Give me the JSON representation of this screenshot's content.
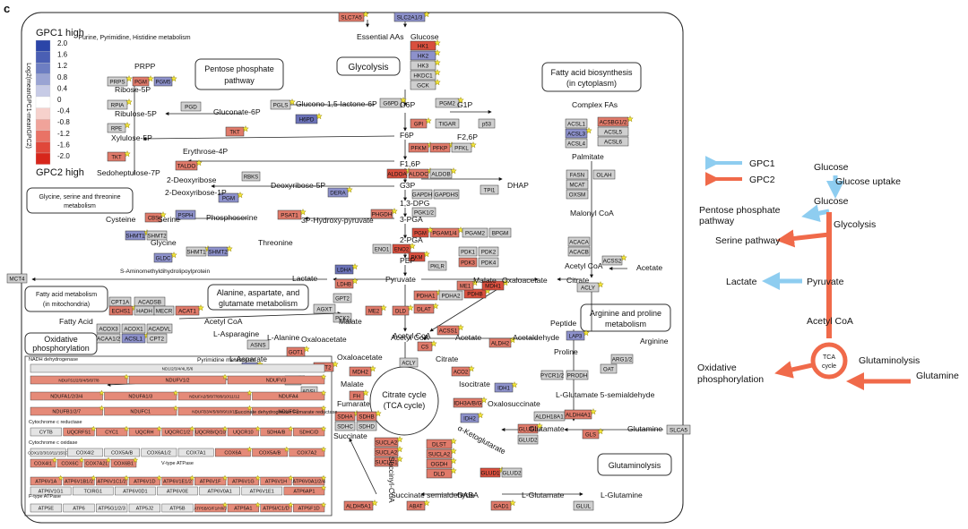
{
  "figure_label": "c",
  "legend": {
    "title_top": "GPC1 high",
    "title_bottom": "GPC2 high",
    "axis_label": "Log2(meanGPC1-meanGPC2)",
    "ticks": [
      "2.0",
      "1.6",
      "1.2",
      "0.8",
      "0.4",
      "0",
      "-0.4",
      "-0.8",
      "-1.2",
      "-1.6",
      "-2.0"
    ],
    "colors": [
      "#2b45a8",
      "#4a5fb4",
      "#6d7ec2",
      "#9aa4d3",
      "#c7cbe6",
      "#ffffff",
      "#f6d1cc",
      "#f0a39a",
      "#e97366",
      "#e0473a",
      "#d7261b"
    ]
  },
  "colors": {
    "up": "#7a80c0",
    "down": "#e0685a",
    "neutral": "#c8c8c8",
    "gpc1_arrow": "#8ecdf0",
    "gpc2_arrow": "#f06a4a",
    "star": "#f2e43a"
  },
  "modules": {
    "glycolysis": "Glycolysis",
    "ppp": "Pentose phosphate pathway",
    "purine": "Purine, Pyrimidine, Histidine metabolism",
    "glycine": "Glycine, serine and threonine metabolism",
    "fa_bio": "Fatty acid biosynthesis (in cytoplasm)",
    "fa_mito": "Fatty acid metabolism (in mitochondria)",
    "ala": "Alanine, aspartate, and glutamate metabolism",
    "arg": "Arginine and proline metabolism",
    "oxphos": "Oxidative phosphorylation",
    "tca": "Citrate cycle (TCA cycle)",
    "glutaminolysis": "Glutaminolysis"
  },
  "metabolites": {
    "essential": "Essential AAs",
    "glucose": "Glucose",
    "g6p": "G6P",
    "g1p": "G1P",
    "f6p": "F6P",
    "f26p": "F2,6P",
    "f16p": "F1,6P",
    "dhap": "DHAP",
    "g3p": "G3P",
    "bpg13": "1,3-DPG",
    "pga3": "3-PGA",
    "pga2": "2-PGA",
    "pep": "PEP",
    "pyruvate": "Pyruvate",
    "lactate": "Lactate",
    "acetylcoa": "Acetyl CoA",
    "prpp": "PRPP",
    "ribose5p": "Ribose-5P",
    "ribulose5p": "Ribulose-5P",
    "xylulose5p": "Xylulose-5P",
    "sedo": "Sedoheptulose-7P",
    "erythrose": "Erythrose-4P",
    "gluconate": "Gluconate-6P",
    "glucono": "Glucono-1,5-lactone-6P",
    "deoxyribose": "2-Deoxyribose",
    "deoxyribose5p": "Deoxyribose-5P",
    "deoxyribose1p": "2-Deoxyribose-1P",
    "cysteine": "Cysteine",
    "serine": "Serine",
    "phosphoserine": "Phosphoserine",
    "hydroxy": "3P-Hydroxy-pyruvate",
    "glycine": "Glycine",
    "threonine": "Threonine",
    "sam": "S-Aminomethyldihydrolipoylprotein",
    "complexfa": "Complex FAs",
    "palmitate": "Palmitate",
    "malonyl": "Malonyl CoA",
    "acetylcoa_c": "Acetyl CoA",
    "acetate": "Acetate",
    "citrate_c": "Citrate",
    "fattyacid": "Fatty Acid",
    "acetylcoa_m": "Acetyl CoA",
    "lasparagine": "L-Asparagine",
    "lalanine": "L-Alanine",
    "laspartate": "L-Asparate",
    "pyrimidine": "Pyrimidine metabolism",
    "malate": "Malate",
    "oxaloacetate": "Oxaloacetate",
    "oxaloacetate2": "Oxaloacetate",
    "oxaloacetate_c": "Oxaloacetate",
    "malate_c": "Malate",
    "acetylcoa_t": "Acetyl CoA",
    "acetate_t": "Acetate",
    "acetaldehyde": "Acetaldehyde",
    "peptide": "Peptide",
    "proline": "Proline",
    "arginine": "Arginine",
    "citrate": "Citrate",
    "isocitrate": "Isocitrate",
    "oxalosuccinate": "Oxalosuccinate",
    "akg": "α-Ketoglutarate",
    "succinylcoa": "Succinyl-CoA",
    "succinate": "Succinate",
    "fumarate": "Fumarate",
    "malate_t": "Malate",
    "glutamate": "Glutamate",
    "lglutamate": "L-Glutamate",
    "lglutamine": "L-Glutamine",
    "glutamine": "Glutamine",
    "lglut5": "L-Glutamate 5-semialdehyde",
    "gaba": "GABA",
    "ssa": "Succinate semialdehyde",
    "nadh": "NADH dehydrogenase",
    "cytc": "Cytochrome c reductase",
    "cytox": "Cytochrome c oxidase",
    "vatp": "V-type ATPase",
    "fatp": "F-type ATPase",
    "sdh": "Succinate dehydrogenase Fumarate reductase"
  },
  "enzymes": [
    {
      "id": "slc7a",
      "label": "SLC7A5",
      "c": "down"
    },
    {
      "id": "slc2a",
      "label": "SLC2A1/3",
      "c": "up"
    },
    {
      "id": "hk1",
      "label": "HK1",
      "c": "down"
    },
    {
      "id": "hk2",
      "label": "HK2",
      "c": "up"
    },
    {
      "id": "hk3",
      "label": "HK3",
      "c": "neutral"
    },
    {
      "id": "hkdc1",
      "label": "HKDC1",
      "c": "neutral"
    },
    {
      "id": "gck",
      "label": "GCK",
      "c": "neutral"
    },
    {
      "id": "g6pd",
      "label": "G6PD",
      "c": "neutral"
    },
    {
      "id": "pgls",
      "label": "PGLS",
      "c": "neutral"
    },
    {
      "id": "h6pd",
      "label": "H6PD",
      "c": "up"
    },
    {
      "id": "pgd",
      "label": "PGD",
      "c": "neutral"
    },
    {
      "id": "pgm2",
      "label": "PGM2",
      "c": "neutral"
    },
    {
      "id": "gpi",
      "label": "GPI",
      "c": "down"
    },
    {
      "id": "tigar",
      "label": "TIGAR",
      "c": "neutral"
    },
    {
      "id": "p53",
      "label": "p53",
      "c": "neutral"
    },
    {
      "id": "pfkm",
      "label": "PFKM",
      "c": "down"
    },
    {
      "id": "pfkp",
      "label": "PFKP",
      "c": "down"
    },
    {
      "id": "pfkl",
      "label": "PFKL",
      "c": "neutral"
    },
    {
      "id": "aldoa",
      "label": "ALDOA",
      "c": "down"
    },
    {
      "id": "aldoc",
      "label": "ALDOC",
      "c": "down"
    },
    {
      "id": "aldob",
      "label": "ALDOB",
      "c": "neutral"
    },
    {
      "id": "tpi1",
      "label": "TPI1",
      "c": "neutral"
    },
    {
      "id": "gapdh",
      "label": "GAPDH",
      "c": "neutral"
    },
    {
      "id": "gapdhs",
      "label": "GAPDHS",
      "c": "neutral"
    },
    {
      "id": "pgk12",
      "label": "PGK1/2",
      "c": "neutral"
    },
    {
      "id": "pgam1",
      "label": "PGAM1/4",
      "c": "down"
    },
    {
      "id": "pgm",
      "label": "PGM",
      "c": "down"
    },
    {
      "id": "pgam2",
      "label": "PGAM2",
      "c": "neutral"
    },
    {
      "id": "bpgm",
      "label": "BPGM",
      "c": "neutral"
    },
    {
      "id": "eno1",
      "label": "ENO1",
      "c": "neutral"
    },
    {
      "id": "eno2",
      "label": "ENO2",
      "c": "down"
    },
    {
      "id": "pkm",
      "label": "PKM",
      "c": "down"
    },
    {
      "id": "pklr",
      "label": "PKLR",
      "c": "neutral"
    },
    {
      "id": "pdk1",
      "label": "PDK1",
      "c": "neutral"
    },
    {
      "id": "pdk2",
      "label": "PDK2",
      "c": "neutral"
    },
    {
      "id": "pdk3",
      "label": "PDK3",
      "c": "down"
    },
    {
      "id": "pdk4",
      "label": "PDK4",
      "c": "neutral"
    },
    {
      "id": "ldha",
      "label": "LDHA",
      "c": "up"
    },
    {
      "id": "ldhb",
      "label": "LDHB",
      "c": "down"
    },
    {
      "id": "pdha1",
      "label": "PDHA1",
      "c": "down"
    },
    {
      "id": "pdha2",
      "label": "PDHA2",
      "c": "neutral"
    },
    {
      "id": "pdhb",
      "label": "PDHB",
      "c": "down"
    },
    {
      "id": "me1",
      "label": "ME1",
      "c": "down"
    },
    {
      "id": "mdh1",
      "label": "MDH1",
      "c": "down"
    },
    {
      "id": "me2",
      "label": "ME2",
      "c": "down"
    },
    {
      "id": "dld",
      "label": "DLD",
      "c": "down"
    },
    {
      "id": "dlat",
      "label": "DLAT",
      "c": "down"
    },
    {
      "id": "mct4",
      "label": "MCT4",
      "c": "neutral"
    },
    {
      "id": "prps",
      "label": "PRPS",
      "c": "neutral"
    },
    {
      "id": "pgm3",
      "label": "PGM",
      "c": "down"
    },
    {
      "id": "pgm5",
      "label": "PGM5",
      "c": "up"
    },
    {
      "id": "rpia",
      "label": "RPIA",
      "c": "neutral"
    },
    {
      "id": "rpe",
      "label": "RPE",
      "c": "neutral"
    },
    {
      "id": "tkt1",
      "label": "TKT",
      "c": "down"
    },
    {
      "id": "tkt2",
      "label": "TKT",
      "c": "down"
    },
    {
      "id": "taldo",
      "label": "TALDO",
      "c": "down"
    },
    {
      "id": "rbks",
      "label": "RBKS",
      "c": "neutral"
    },
    {
      "id": "pgm4",
      "label": "PGM",
      "c": "up"
    },
    {
      "id": "dera",
      "label": "DERA",
      "c": "up"
    },
    {
      "id": "cbs",
      "label": "CBS",
      "c": "down"
    },
    {
      "id": "psph",
      "label": "PSPH",
      "c": "up"
    },
    {
      "id": "psat1",
      "label": "PSAT1",
      "c": "down"
    },
    {
      "id": "phgdh",
      "label": "PHGDH",
      "c": "down"
    },
    {
      "id": "shmt1",
      "label": "SHMT1",
      "c": "up"
    },
    {
      "id": "shmt2",
      "label": "SHMT2",
      "c": "neutral"
    },
    {
      "id": "shmt1b",
      "label": "SHMT1",
      "c": "neutral"
    },
    {
      "id": "shmt2b",
      "label": "SHMT2",
      "c": "up"
    },
    {
      "id": "gldc",
      "label": "GLDC",
      "c": "up"
    },
    {
      "id": "acsl1",
      "label": "ACSL1",
      "c": "neutral"
    },
    {
      "id": "acsl3",
      "label": "ACSL3",
      "c": "up"
    },
    {
      "id": "acsl4",
      "label": "ACSL4",
      "c": "neutral"
    },
    {
      "id": "acsbg",
      "label": "ACSBG1/2",
      "c": "down"
    },
    {
      "id": "acsl5",
      "label": "ACSL5",
      "c": "neutral"
    },
    {
      "id": "acsl6",
      "label": "ACSL6",
      "c": "neutral"
    },
    {
      "id": "fasn",
      "label": "FASN",
      "c": "neutral"
    },
    {
      "id": "olah",
      "label": "OLAH",
      "c": "neutral"
    },
    {
      "id": "mcat",
      "label": "MCAT",
      "c": "neutral"
    },
    {
      "id": "oxsm",
      "label": "OXSM",
      "c": "neutral"
    },
    {
      "id": "acaca",
      "label": "ACACA",
      "c": "neutral"
    },
    {
      "id": "acacb",
      "label": "ACACB",
      "c": "neutral"
    },
    {
      "id": "acss2",
      "label": "ACSS2",
      "c": "neutral"
    },
    {
      "id": "acly",
      "label": "ACLY",
      "c": "neutral"
    },
    {
      "id": "cpt1a",
      "label": "CPT1A",
      "c": "neutral"
    },
    {
      "id": "acadsb",
      "label": "ACADSB",
      "c": "neutral"
    },
    {
      "id": "echs",
      "label": "ECHS1",
      "c": "down"
    },
    {
      "id": "hadh",
      "label": "HADH",
      "c": "neutral"
    },
    {
      "id": "mecr",
      "label": "MECR",
      "c": "neutral"
    },
    {
      "id": "acat1",
      "label": "ACAT1",
      "c": "down"
    },
    {
      "id": "acox3",
      "label": "ACOX3",
      "c": "neutral"
    },
    {
      "id": "acox1",
      "label": "ACOX1",
      "c": "neutral"
    },
    {
      "id": "acadvl",
      "label": "ACADVL",
      "c": "neutral"
    },
    {
      "id": "acaa1",
      "label": "ACAA1/2",
      "c": "neutral"
    },
    {
      "id": "acsl1b",
      "label": "ACSL1",
      "c": "up"
    },
    {
      "id": "cpt2",
      "label": "CPT2",
      "c": "neutral"
    },
    {
      "id": "agxt",
      "label": "AGXT",
      "c": "neutral"
    },
    {
      "id": "gpt2",
      "label": "GPT2",
      "c": "neutral"
    },
    {
      "id": "pck2",
      "label": "PCK2",
      "c": "neutral"
    },
    {
      "id": "asns",
      "label": "ASNS",
      "c": "neutral"
    },
    {
      "id": "cad",
      "label": "CAD",
      "c": "up"
    },
    {
      "id": "got1",
      "label": "GOT1",
      "c": "down"
    },
    {
      "id": "got2",
      "label": "GOT2",
      "c": "down"
    },
    {
      "id": "asl",
      "label": "ASL",
      "c": "neutral"
    },
    {
      "id": "adsl",
      "label": "ADSL",
      "c": "neutral"
    },
    {
      "id": "mdh2",
      "label": "MDH2",
      "c": "down"
    },
    {
      "id": "fh",
      "label": "FH",
      "c": "down"
    },
    {
      "id": "cs",
      "label": "CS",
      "c": "down"
    },
    {
      "id": "acly2",
      "label": "ACLY",
      "c": "neutral"
    },
    {
      "id": "acss1",
      "label": "ACSS1",
      "c": "down"
    },
    {
      "id": "aldh2",
      "label": "ALDH2",
      "c": "down"
    },
    {
      "id": "lap3",
      "label": "LAP3",
      "c": "up"
    },
    {
      "id": "pycr",
      "label": "PYCR1/2",
      "c": "neutral"
    },
    {
      "id": "prodh",
      "label": "PRODH",
      "c": "neutral"
    },
    {
      "id": "arg12",
      "label": "ARG1/2",
      "c": "neutral"
    },
    {
      "id": "oat",
      "label": "OAT",
      "c": "neutral"
    },
    {
      "id": "aco2",
      "label": "ACO2",
      "c": "down"
    },
    {
      "id": "idh1",
      "label": "IDH1",
      "c": "up"
    },
    {
      "id": "idh3",
      "label": "IDH3A/B/G",
      "c": "down"
    },
    {
      "id": "idh2",
      "label": "IDH2",
      "c": "up"
    },
    {
      "id": "glud1",
      "label": "GLUD1",
      "c": "down"
    },
    {
      "id": "glud2",
      "label": "GLUD2",
      "c": "neutral"
    },
    {
      "id": "aldh18",
      "label": "ALDH18A1",
      "c": "neutral"
    },
    {
      "id": "aldh4",
      "label": "ALDH4A1",
      "c": "down"
    },
    {
      "id": "gls",
      "label": "GLS",
      "c": "down"
    },
    {
      "id": "slca5",
      "label": "SLCA5",
      "c": "neutral"
    },
    {
      "id": "sdha",
      "label": "SDHA",
      "c": "down"
    },
    {
      "id": "sdhb",
      "label": "SDHB",
      "c": "down"
    },
    {
      "id": "sdhc",
      "label": "SDHC",
      "c": "neutral"
    },
    {
      "id": "sdhd",
      "label": "SDHD",
      "c": "neutral"
    },
    {
      "id": "sucla2a",
      "label": "SUCLA2",
      "c": "down"
    },
    {
      "id": "sucla2b",
      "label": "SUCLA2",
      "c": "down"
    },
    {
      "id": "suclg1",
      "label": "SUCLG1",
      "c": "down"
    },
    {
      "id": "dlst",
      "label": "DLST",
      "c": "down"
    },
    {
      "id": "sucla2c",
      "label": "SUCLA2",
      "c": "down"
    },
    {
      "id": "ogdh",
      "label": "OGDH",
      "c": "down"
    },
    {
      "id": "dld2",
      "label": "DLD",
      "c": "down"
    },
    {
      "id": "glud1b",
      "label": "GLUD1",
      "c": "down"
    },
    {
      "id": "glud2b",
      "label": "GLUD2",
      "c": "neutral"
    },
    {
      "id": "gad1",
      "label": "GAD1",
      "c": "down"
    },
    {
      "id": "abat",
      "label": "ABAT",
      "c": "down"
    },
    {
      "id": "aldh5a",
      "label": "ALDH5A1",
      "c": "down"
    },
    {
      "id": "glul",
      "label": "GLUL",
      "c": "neutral"
    }
  ],
  "oxphos_rows": [
    {
      "cells": [
        "ND1/2/3/4/4L/5/6"
      ]
    },
    {
      "cells": [
        "NDUFS1/2/3/4/5/6/7/8",
        "NDUFV1/2",
        "NDUFV3"
      ]
    },
    {
      "cells": [
        "NDUFA1/2/3/4",
        "NDUFA1/3",
        "NDUFA2/5/6/7/8/9/10/11/12",
        "NDUFA4"
      ]
    },
    {
      "cells": [
        "NDUFB1/2/7",
        "NDUFC1",
        "NDUFB3/4/5/6/8/9/10/11",
        "NDUFC2"
      ]
    },
    {
      "cells": [
        "CYTB",
        "UQCRFS1",
        "CYC1",
        "UQCRH",
        "UQCRC1/2",
        "UQCRB/Q/10",
        "UQCR10",
        "SDHA/B",
        "SDHC/D"
      ]
    },
    {
      "cells": [
        "COX1/2/3/10/11/15/17",
        "COX4I2",
        "COX5A/B",
        "COX6A1/2",
        "COX7A1",
        "COX6A",
        "COX5A/B",
        "COX7A2"
      ]
    },
    {
      "cells": [
        "COX4I1",
        "COX6C",
        "COX7A2L",
        "COX6B1",
        "V-type ATPase"
      ]
    },
    {
      "cells": [
        "ATP6V1A",
        "ATP6V1B1/2",
        "ATP6V1C1/2",
        "ATP6V1D",
        "ATP6V1E1/2",
        "ATP6V1F",
        "ATP6V1G",
        "ATP6V1H",
        "ATP6V0A1/2/4"
      ]
    },
    {
      "cells": [
        "ATP6V1G1",
        "TCIRG1",
        "ATP6V0D1",
        "ATP6V0E",
        "ATP6V0A1",
        "ATP6V1E1",
        "ATP6AP1"
      ]
    },
    {
      "cells": [
        "ATP5E",
        "ATP6",
        "ATP5G1/2/3",
        "ATP5J2",
        "ATP5B",
        "ATP5B/O/F1/H/I/J",
        "ATP5A1",
        "ATP5I/C1/D",
        "ATP5F1D"
      ]
    }
  ],
  "summary": {
    "legend_gpc1": "GPC1",
    "legend_gpc2": "GPC2",
    "glucose": "Glucose",
    "glucose_uptake": "Glucose uptake",
    "glucose2": "Glucose",
    "ppp": "Pentose phosphate pathway",
    "glycolysis": "Glycolysis",
    "serine": "Serine pathway",
    "lactate": "Lactate",
    "pyruvate": "Pyruvate",
    "acetylcoa": "Acetyl CoA",
    "oxphos": "Oxidative phosphorylation",
    "tca": "TCA cycle",
    "glutaminolysis": "Glutaminolysis",
    "glutamine": "Glutamine"
  }
}
